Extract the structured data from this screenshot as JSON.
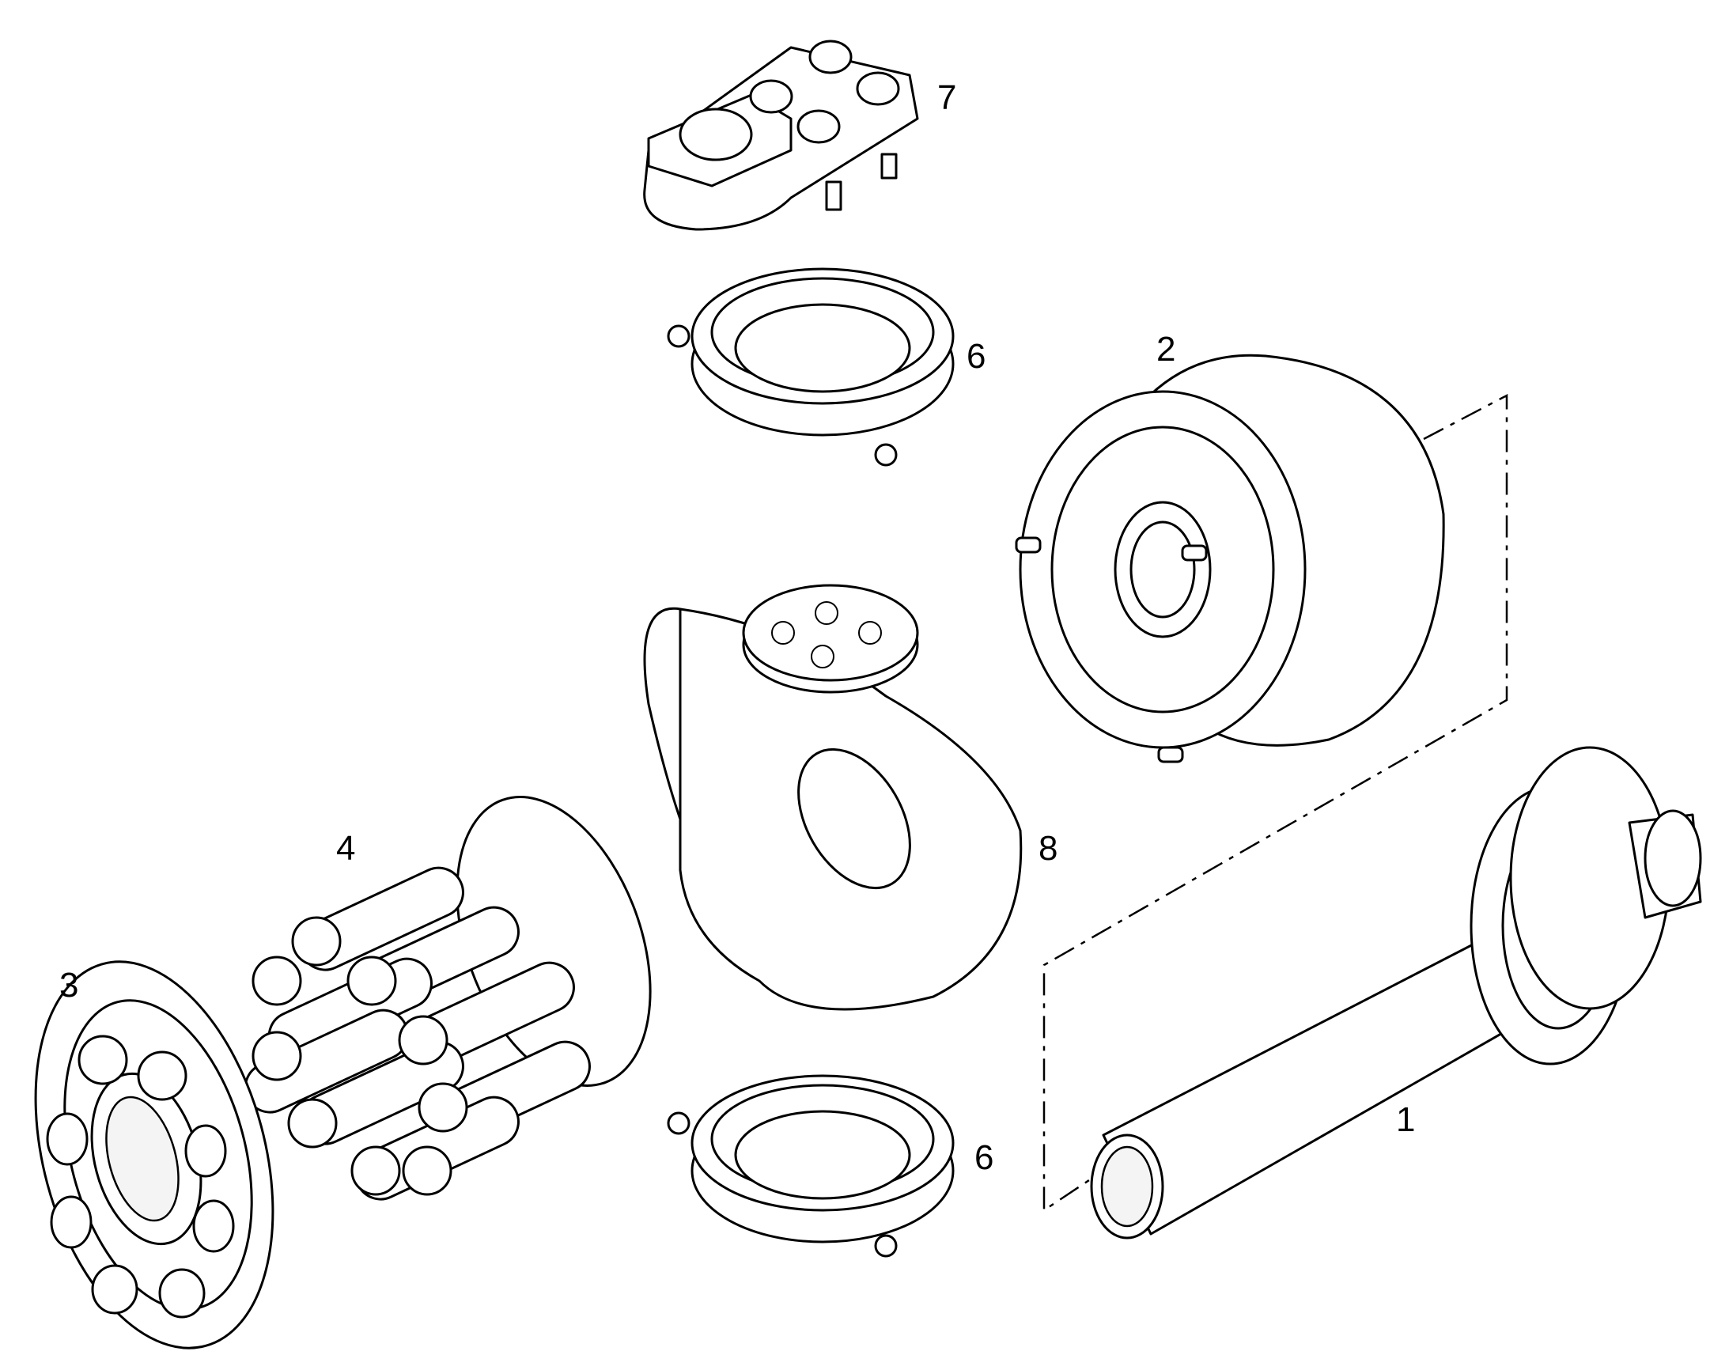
{
  "callouts": {
    "part_1": "1",
    "part_2": "2",
    "part_3": "3",
    "part_4": "4",
    "part_6_upper": "6",
    "part_6_lower": "6",
    "part_7": "7",
    "part_8": "8"
  },
  "colors": {
    "line": "#000000",
    "background": "#ffffff"
  }
}
